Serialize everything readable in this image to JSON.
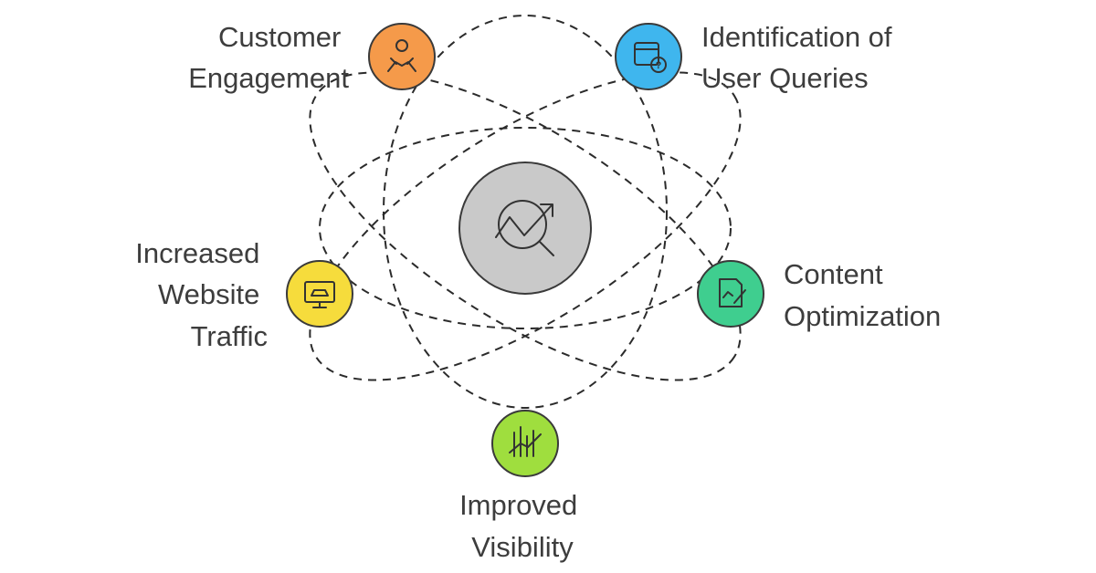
{
  "center": {
    "icon": "search-trend-icon",
    "color": "#c9c9c9"
  },
  "nodes": [
    {
      "id": "customer-engagement",
      "lines": [
        "Customer",
        "Engagement"
      ],
      "icon": "handshake-icon",
      "color": "#f59a4a"
    },
    {
      "id": "identification-of-user-queries",
      "lines": [
        "Identification of",
        "User Queries"
      ],
      "icon": "browser-question-icon",
      "color": "#3fb6ee"
    },
    {
      "id": "increased-website-traffic",
      "lines": [
        "Increased",
        "Website",
        "Traffic"
      ],
      "icon": "monitor-car-icon",
      "color": "#f6dc3c"
    },
    {
      "id": "content-optimization",
      "lines": [
        "Content",
        "Optimization"
      ],
      "icon": "document-edit-icon",
      "color": "#3fce8f"
    },
    {
      "id": "improved-visibility",
      "lines": [
        "Improved",
        "Visibility"
      ],
      "icon": "growth-bars-icon",
      "color": "#9fde3e"
    }
  ]
}
